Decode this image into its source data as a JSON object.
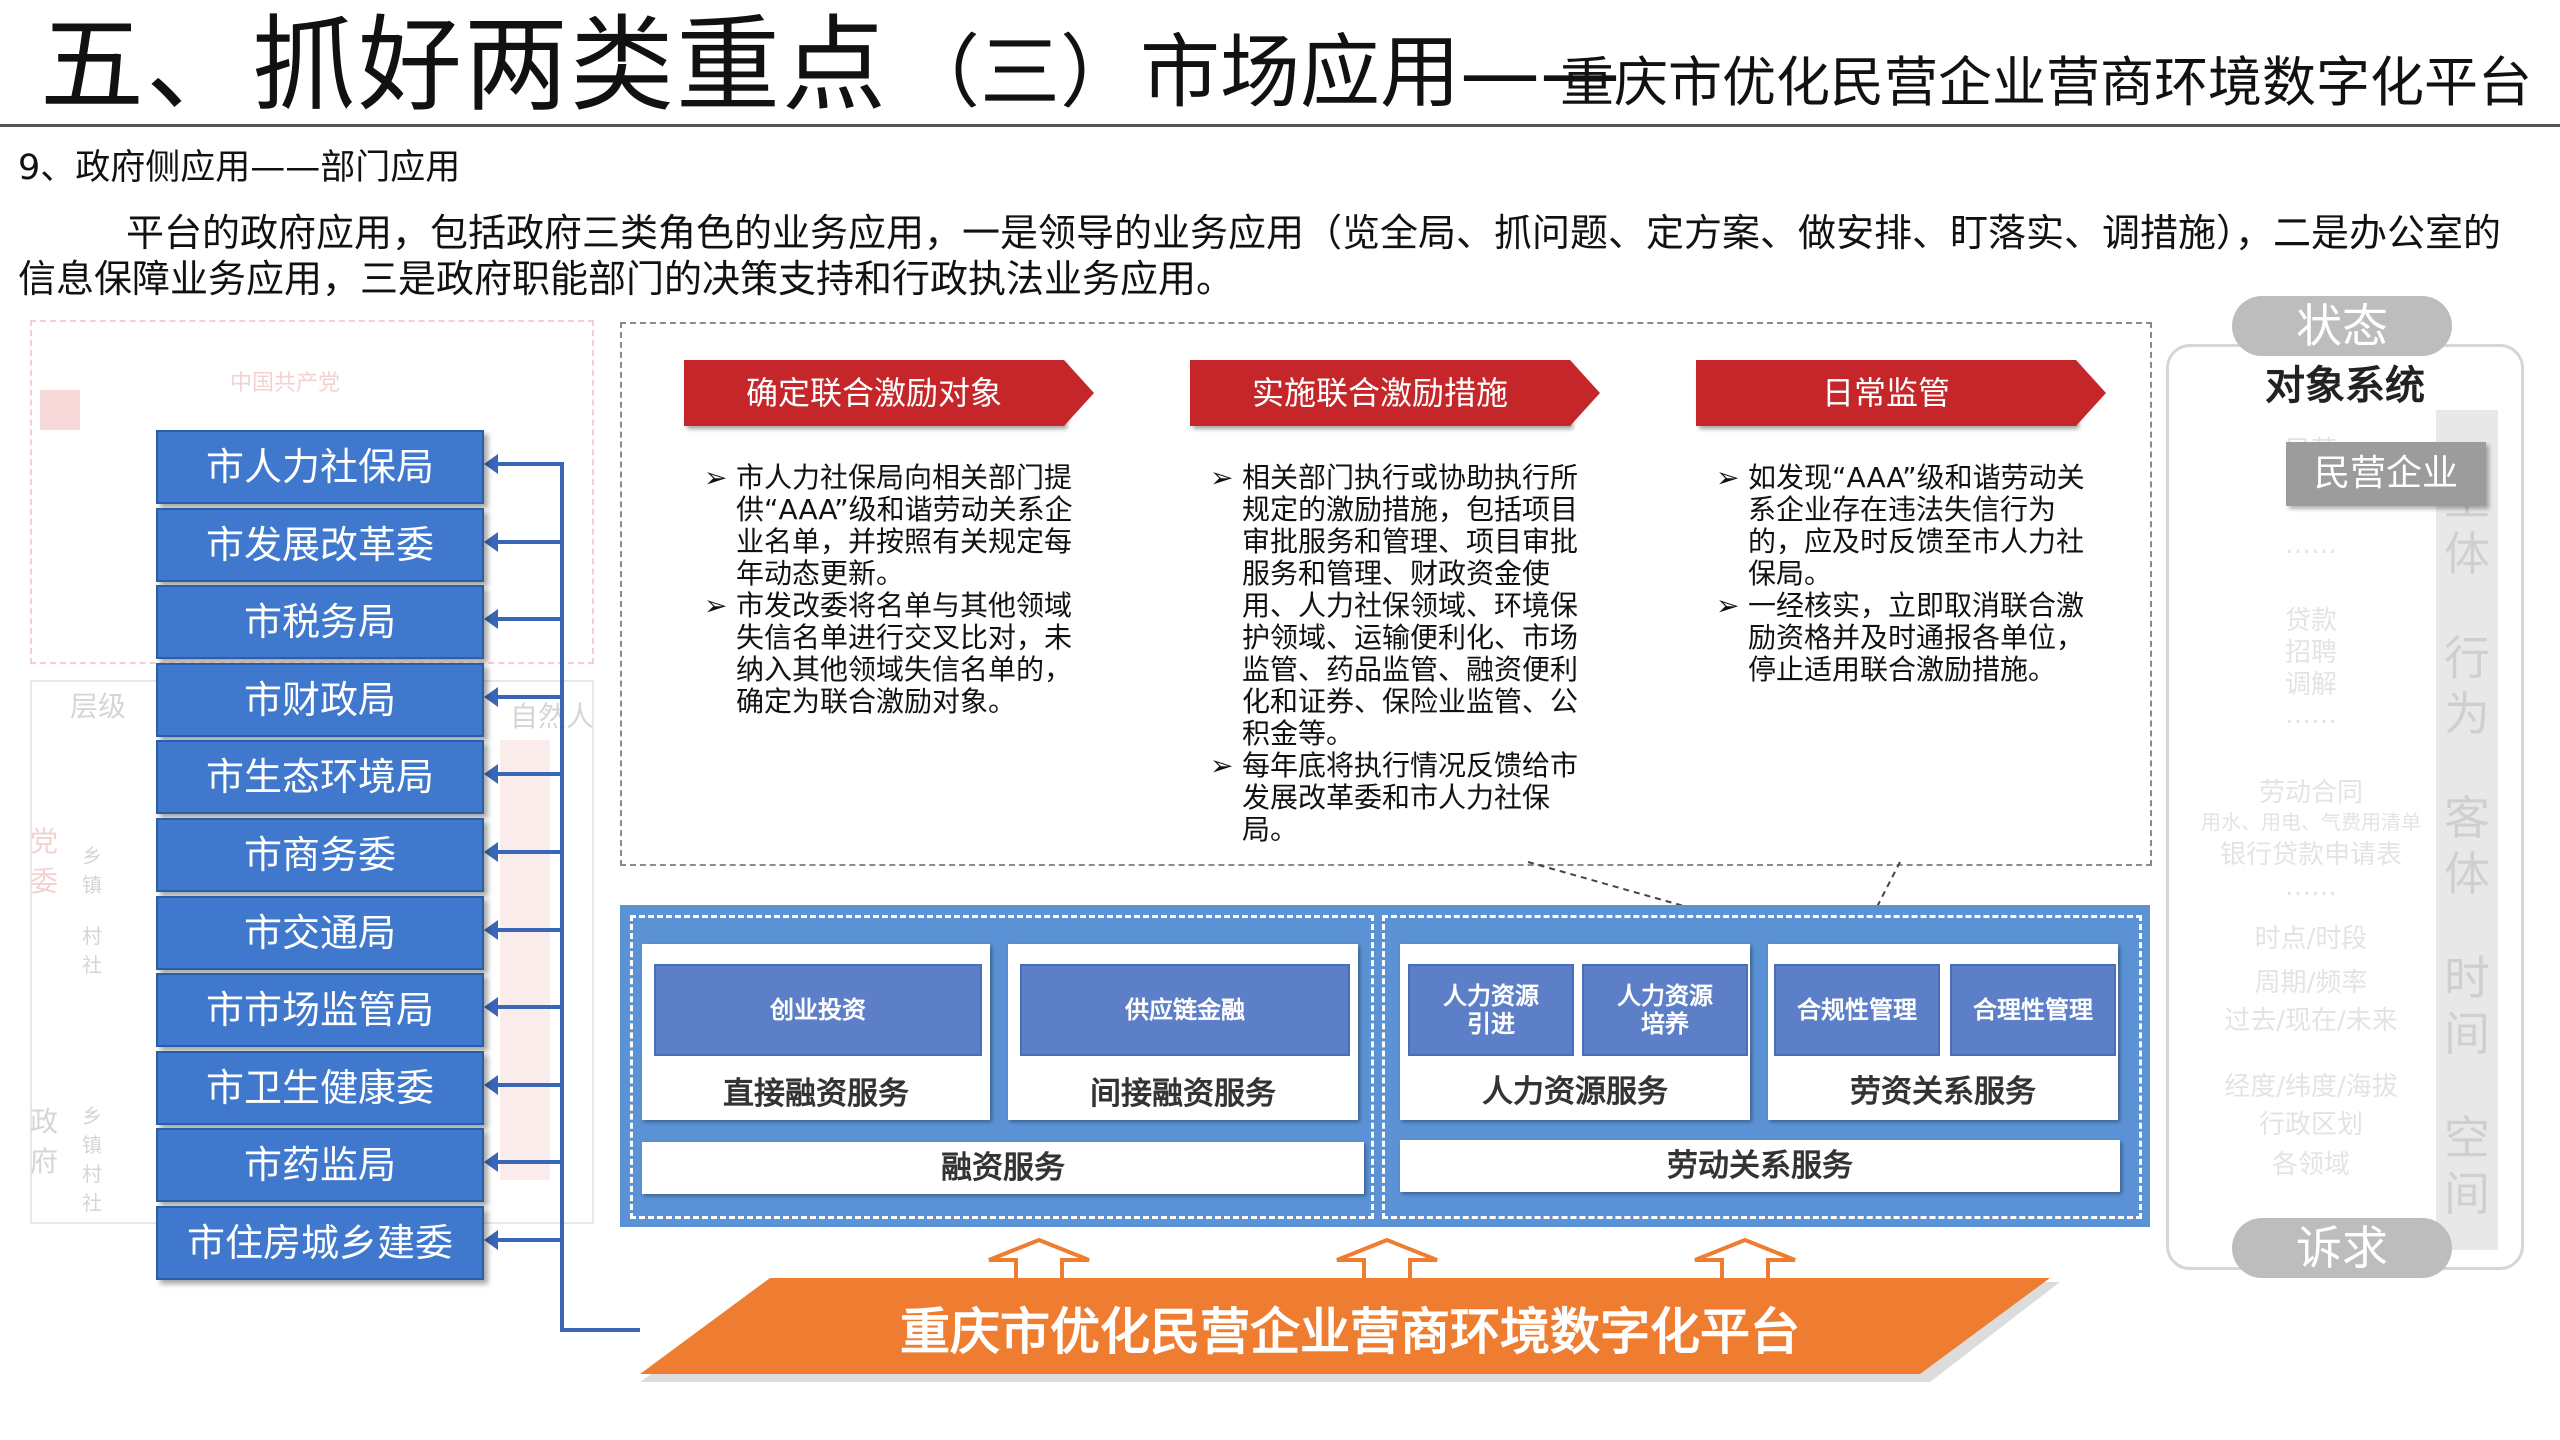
{
  "header": {
    "title": "五、抓好两类重点",
    "subtitle_part1": "（三）市场应用——",
    "subtitle_part2": "重庆市优化民营企业营商环境数字化平台"
  },
  "section_heading": "9、政府侧应用——部门应用",
  "intro": "平台的政府应用，包括政府三类角色的业务应用，一是领导的业务应用（览全局、抓问题、定方案、做安排、盯落实、调措施），二是办公室的信息保障业务应用，三是政府职能部门的决策支持和行政执法业务应用。",
  "departments": [
    "市人力社保局",
    "市发展改革委",
    "市税务局",
    "市财政局",
    "市生态环境局",
    "市商务委",
    "市交通局",
    "市市场监管局",
    "市卫生健康委",
    "市药监局",
    "市住房城乡建委"
  ],
  "background_faded": {
    "label_level": "层级",
    "label_natural": "自然人",
    "label_party": "党委",
    "label_gov": "政府",
    "label_town1": "乡镇",
    "label_village": "村社",
    "label_town2": "乡镇村社",
    "label_cpc": "中国共产党"
  },
  "steps": [
    {
      "title": "确定联合激励对象",
      "bullets": [
        "市人力社保局向相关部门提供“AAA”级和谐劳动关系企业名单，并按照有关规定每年动态更新。",
        "市发改委将名单与其他领域失信名单进行交叉比对，未纳入其他领域失信名单的，确定为联合激励对象。"
      ]
    },
    {
      "title": "实施联合激励措施",
      "bullets": [
        "相关部门执行或协助执行所规定的激励措施，包括项目审批服务和管理、项目审批服务和管理、财政资金使用、人力社保领域、环境保护领域、运输便利化、市场监管、药品监管、融资便利化和证券、保险业监管、公积金等。",
        "每年底将执行情况反馈给市发展改革委和市人力社保局。"
      ]
    },
    {
      "title": "日常监管",
      "bullets": [
        "如发现“AAA”级和谐劳动关系企业存在违法失信行为的，应及时反馈至市人力社保局。",
        "一经核实，立即取消联合激励资格并及时通报各单位，停止适用联合激励措施。"
      ]
    }
  ],
  "bullet_marker": "➢",
  "services": {
    "financing": {
      "band": "融资服务",
      "cards": [
        {
          "chips": [
            "创业投资"
          ],
          "label": "直接融资服务"
        },
        {
          "chips": [
            "供应链金融"
          ],
          "label": "间接融资服务"
        }
      ]
    },
    "labor": {
      "band": "劳动关系服务",
      "cards": [
        {
          "chips": [
            "人力资源\n引进",
            "人力资源\n培养"
          ],
          "label": "人力资源服务"
        },
        {
          "chips": [
            "合规性管理",
            "合理性管理"
          ],
          "label": "劳资关系服务"
        }
      ]
    }
  },
  "platform_label": "重庆市优化民营企业营商环境数字化平台",
  "status_panel": {
    "top": "状态",
    "bottom": "诉求",
    "object_system": "对象系统",
    "private_enterprise": "民营企业",
    "faint_lines": [
      "民营",
      "企业",
      "……",
      "贷款",
      "招聘",
      "调解",
      "……",
      "劳动合同",
      "用水、用电、气费用清单",
      "银行贷款申请表",
      "……",
      "时点/时段",
      "周期/频率",
      "过去/现在/未来",
      "经度/纬度/海拔",
      "行政区划",
      "各领域"
    ],
    "faint_side": [
      "主体",
      "行为",
      "客体",
      "时间",
      "空间"
    ]
  },
  "colors": {
    "dept_blue": "#3f78cc",
    "banner_red": "#c52629",
    "frame_blue": "#5b92d6",
    "chip_blue": "#5d7fc8",
    "platform_orange": "#ee7d31",
    "status_gray": "#bdbdbd"
  }
}
